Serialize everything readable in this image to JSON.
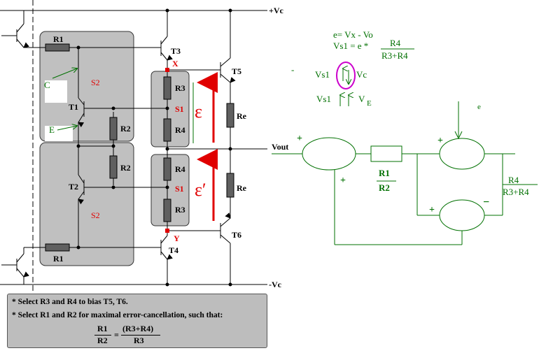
{
  "rails": {
    "vplus": "+Vc",
    "vminus": "-Vc",
    "out": "Vout"
  },
  "components": {
    "r1_top": "R1",
    "r1_bot": "R1",
    "r2_top": "R2",
    "r2_bot": "R2",
    "r3_top": "R3",
    "r4_top": "R4",
    "r4_bot": "R4",
    "r3_bot": "R3",
    "re_top": "Re",
    "re_bot": "Re",
    "t1": "T1",
    "t2": "T2",
    "t3": "T3",
    "t4": "T4",
    "t5": "T5",
    "t6": "T6"
  },
  "labels": {
    "s2_top": "S2",
    "s2_bot": "S2",
    "s1_top": "S1",
    "s1_bot": "S1",
    "node_x": "X",
    "node_y": "Y",
    "c": "C",
    "e": "E"
  },
  "equations": {
    "line1": "e= Vx - Vo",
    "line2_prefix": "Vs1 = e *",
    "line2_num": "R4",
    "line2_den": "R3+R4",
    "vs1": "Vs1",
    "vc": "Vc",
    "vs1b": "Vs1",
    "ve": "V",
    "ve_sub": "E",
    "dash": "-"
  },
  "block": {
    "plus1": "+",
    "plus2": "+",
    "plus3": "+",
    "plus4": "+",
    "minus": "−",
    "r1": "R1",
    "r2": "R2",
    "e": "e",
    "gain_num": "R4",
    "gain_den": "R3+R4"
  },
  "notes": {
    "line1": "* Select R3 and R4 to bias T5, T6.",
    "line2": "* Select R1 and R2 for maximal error-cancellation, such that:",
    "frac_l_num": "R1",
    "frac_l_den": "R2",
    "eq": "=",
    "frac_r_num": "(R3+R4)",
    "frac_r_den": "R3"
  },
  "colors": {
    "schematic": "#000000",
    "block": "#007000",
    "annotation": "#e00000",
    "highlight": "#cc00cc",
    "panel": "#c0c0c0"
  }
}
